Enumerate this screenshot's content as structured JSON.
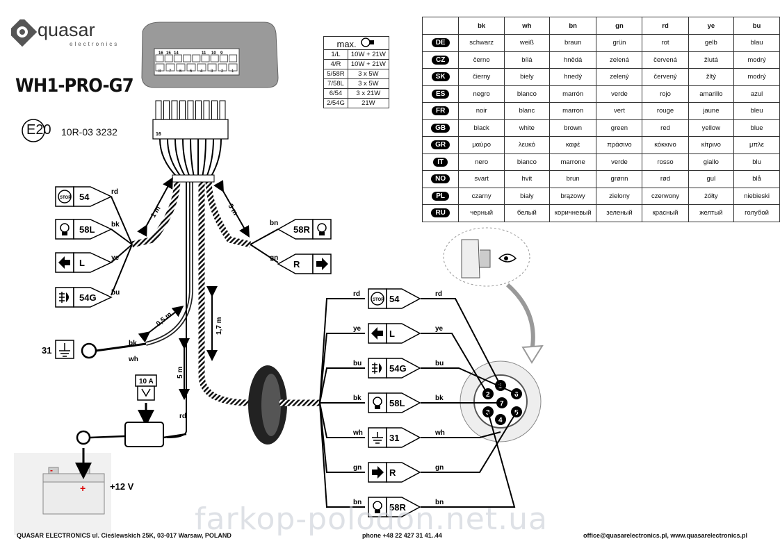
{
  "brand": {
    "name": "quasar",
    "sub": "electronics"
  },
  "model": "WH1-PRO-G7",
  "approval": {
    "mark": "E20",
    "number": "10R-03 3232"
  },
  "connector_pins_top": [
    "16",
    "15",
    "14",
    "11",
    "10",
    "9"
  ],
  "connector_pins_bottom": [
    "8",
    "7",
    "6",
    "5",
    "4",
    "3",
    "2",
    "1"
  ],
  "connector_pin_label": "16",
  "max_table": {
    "header": "max.",
    "rows": [
      [
        "1/L",
        "10W + 21W"
      ],
      [
        "4/R",
        "10W + 21W"
      ],
      [
        "5/58R",
        "3 x 5W"
      ],
      [
        "7/58L",
        "3 x 5W"
      ],
      [
        "6/54",
        "3 x 21W"
      ],
      [
        "2/54G",
        "21W"
      ]
    ]
  },
  "color_table": {
    "headers": [
      "bk",
      "wh",
      "bn",
      "gn",
      "rd",
      "ye",
      "bu"
    ],
    "rows": [
      {
        "code": "DE",
        "values": [
          "schwarz",
          "weiß",
          "braun",
          "grün",
          "rot",
          "gelb",
          "blau"
        ]
      },
      {
        "code": "CZ",
        "values": [
          "černo",
          "bílá",
          "hnědá",
          "zelená",
          "červená",
          "žlutá",
          "modrý"
        ]
      },
      {
        "code": "SK",
        "values": [
          "čierny",
          "biely",
          "hnedý",
          "zelený",
          "červený",
          "žltý",
          "modrý"
        ]
      },
      {
        "code": "ES",
        "values": [
          "negro",
          "blanco",
          "marrón",
          "verde",
          "rojo",
          "amarillo",
          "azul"
        ]
      },
      {
        "code": "FR",
        "values": [
          "noir",
          "blanc",
          "marron",
          "vert",
          "rouge",
          "jaune",
          "bleu"
        ]
      },
      {
        "code": "GB",
        "values": [
          "black",
          "white",
          "brown",
          "green",
          "red",
          "yellow",
          "blue"
        ]
      },
      {
        "code": "GR",
        "values": [
          "μαύρο",
          "λευκό",
          "καφέ",
          "πράσινο",
          "κόκκινο",
          "κίτρινο",
          "μπλε"
        ]
      },
      {
        "code": "IT",
        "values": [
          "nero",
          "bianco",
          "marrone",
          "verde",
          "rosso",
          "giallo",
          "blu"
        ]
      },
      {
        "code": "NO",
        "values": [
          "svart",
          "hvit",
          "brun",
          "grønn",
          "rød",
          "gul",
          "blå"
        ]
      },
      {
        "code": "PL",
        "values": [
          "czarny",
          "biały",
          "brązowy",
          "zielony",
          "czerwony",
          "żółty",
          "niebieski"
        ]
      },
      {
        "code": "RU",
        "values": [
          "черный",
          "белый",
          "коричневый",
          "зеленый",
          "красный",
          "желтый",
          "голубой"
        ]
      }
    ]
  },
  "left_lamps": [
    {
      "id": "54",
      "wire": "rd",
      "icon": "STOP"
    },
    {
      "id": "58L",
      "wire": "bk",
      "icon": "lamp"
    },
    {
      "id": "L",
      "wire": "ye",
      "icon": "arrow-left"
    },
    {
      "id": "54G",
      "wire": "bu",
      "icon": "fog"
    }
  ],
  "right_lamps": [
    {
      "id": "58R",
      "wire": "bn",
      "icon": "lamp"
    },
    {
      "id": "R",
      "wire": "gn",
      "icon": "arrow-right"
    }
  ],
  "distances": {
    "left": "1 m",
    "right": "3 m",
    "ground": "0,5 m",
    "socket": "1,7 m",
    "battery": "5 m"
  },
  "ground": {
    "id": "31",
    "wire1": "bk",
    "wire2": "wh"
  },
  "fuse": "10 A",
  "fuse_wire": "rd",
  "battery": {
    "label": "+12 V",
    "minus": "-",
    "plus": "+"
  },
  "socket_rows": [
    {
      "id": "54",
      "wire": "rd",
      "icon": "STOP"
    },
    {
      "id": "L",
      "wire": "ye",
      "icon": "arrow-left"
    },
    {
      "id": "54G",
      "wire": "bu",
      "icon": "fog"
    },
    {
      "id": "58L",
      "wire": "bk",
      "icon": "lamp"
    },
    {
      "id": "31",
      "wire": "wh",
      "icon": "ground"
    },
    {
      "id": "R",
      "wire": "gn",
      "icon": "arrow-right"
    },
    {
      "id": "58R",
      "wire": "bn",
      "icon": "lamp"
    }
  ],
  "socket_pins": [
    "1",
    "2",
    "3",
    "4",
    "5",
    "6",
    "7"
  ],
  "footer": {
    "company": "QUASAR ELECTRONICS  ul. Cieślewskich 25K, 03-017 Warsaw, POLAND",
    "phone": "phone +48 22 427 31 41..44",
    "contact": "office@quasarelectronics.pl, www.quasarelectronics.pl"
  },
  "watermark": "farkop-polodon.net.ua"
}
